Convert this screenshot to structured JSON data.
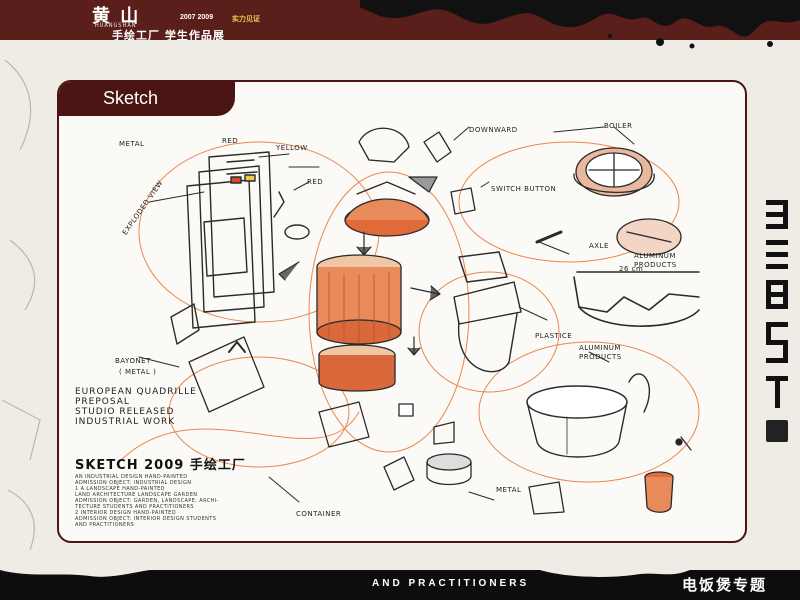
{
  "header": {
    "logo_cn": "黄 山",
    "logo_en": "HUANGSHAN",
    "years": "2007 2009",
    "tag": "实力见证",
    "subtitle": "手绘工厂 学生作品展"
  },
  "panel": {
    "tab_title": "Sketch"
  },
  "labels": {
    "metal": "METAL",
    "red1": "RED",
    "yellow": "YELLOW",
    "red2": "RED",
    "exploded_view": "EXPLODED VIEW",
    "downward": "DOWNWARD",
    "switch_button": "SWITCH BUTTON",
    "boiler": "BOILER",
    "axle": "AXLE",
    "aluminum_products_1": "ALUMINUM PRODUCTS",
    "dimension": "26 cm",
    "plastic": "PLASTICE",
    "aluminum_products_2": "ALUMINUM PRODUCTS",
    "bayonet": "BAYONET",
    "bayonet_metal": "( METAL )",
    "metal2": "METAL",
    "container": "CONTAINER"
  },
  "overlay": {
    "note_lines": [
      "EUROPEAN QUADRILLE",
      "PREPOSAL",
      "STUDIO RELEASED",
      "INDUSTRIAL WORK"
    ],
    "title": "SKETCH 2009 手绘工厂",
    "desc_lines": [
      "AN INDUSTRIAL DESIGN HAND-PAINTED",
      "ADMISSION OBJECT: INDUSTRIAL DESIGN",
      "1 A LANDSCAPE HAND-PAINTED",
      "LAND ARCHITECTURE LANDSCAPE GARDEN",
      "ADMISSION OBJECT: GARDEN, LANDSCAPE, ARCHI-",
      "TECTURE STUDENTS AND PRACTITIONERS",
      "2 INTERIOR DESIGN HAND-PAINTED",
      "ADMISSION OBJECT: INTERIOR DESIGN STUDENTS",
      "AND PRACTITIONERS"
    ]
  },
  "footer": {
    "text_en": "AND PRACTITIONERS",
    "text_cn": "电饭煲专题"
  },
  "colors": {
    "header_bg": "#5a1f1b",
    "panel_border": "#4a1512",
    "accent_orange": "#e06a3a",
    "footer_bg": "#0d0d0d"
  }
}
